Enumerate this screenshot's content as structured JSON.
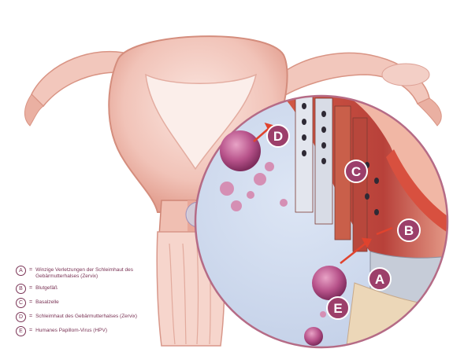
{
  "callouts": {
    "A": "A",
    "B": "B",
    "C": "C",
    "D": "D",
    "E": "E"
  },
  "legend": [
    {
      "key": "A",
      "eq": "=",
      "text": "Winzige Verletzungen der Schleimhaut des Gebärmutterhalses (Zervix)"
    },
    {
      "key": "B",
      "eq": "=",
      "text": "Blutgefäß"
    },
    {
      "key": "C",
      "eq": "=",
      "text": "Basalzelle"
    },
    {
      "key": "D",
      "eq": "=",
      "text": "Schleimhaut des Gebärmutterhalses (Zervix)"
    },
    {
      "key": "E",
      "eq": "=",
      "text": "Humanes Papillom-Virus (HPV)"
    }
  ],
  "colors": {
    "uterus_light": "#f6d6cf",
    "uterus_mid": "#e8a99c",
    "uterus_dark": "#c9705f",
    "circle_bg": "#cfd9ee",
    "circle_border": "#b56b86",
    "tissue_red": "#c84c3c",
    "virus": "#a8437a",
    "callout": "#9c3f6a",
    "legend_text": "#7a3355"
  }
}
